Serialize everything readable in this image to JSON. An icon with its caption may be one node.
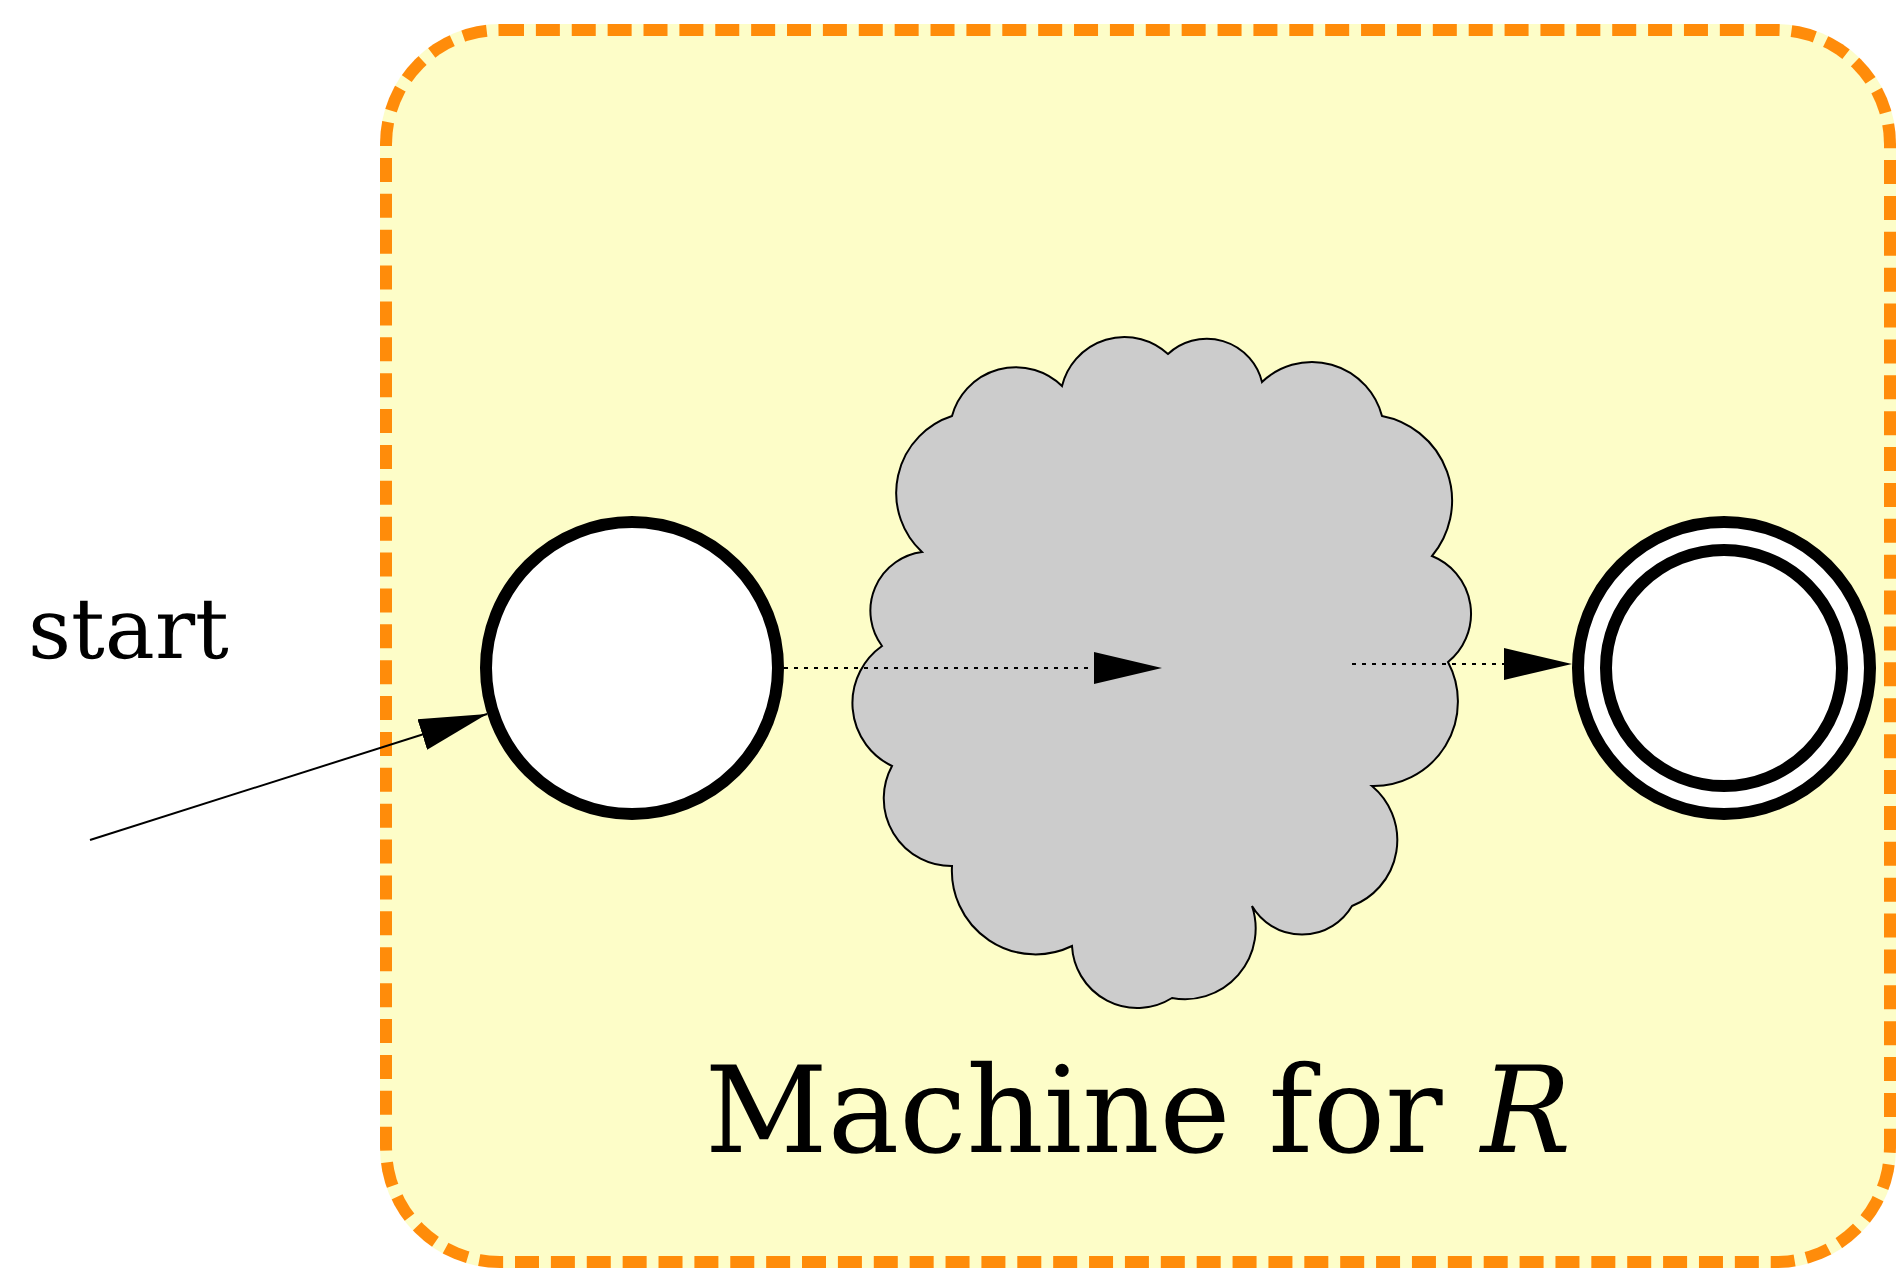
{
  "diagram": {
    "nodes": [
      {
        "text": [
          "Machine for *R*"
        ]
      },
      {
        "text": [],
        "shape": "circle",
        "in": 0
      },
      {
        "text": [],
        "shape": "cloud",
        "in": 0
      },
      {
        "text": [],
        "shape": "circle",
        "in": 0
      }
    ],
    "edges": [
      {
        "from": null,
        "to": 1,
        "arrow": "to"
      },
      {
        "from": 1,
        "to": 2,
        "arrow": "to",
        "style": "dashed"
      },
      {
        "from": 2,
        "to": 3,
        "arrow": "to",
        "style": "dashed"
      }
    ],
    "labels": [
      "start"
    ]
  }
}
